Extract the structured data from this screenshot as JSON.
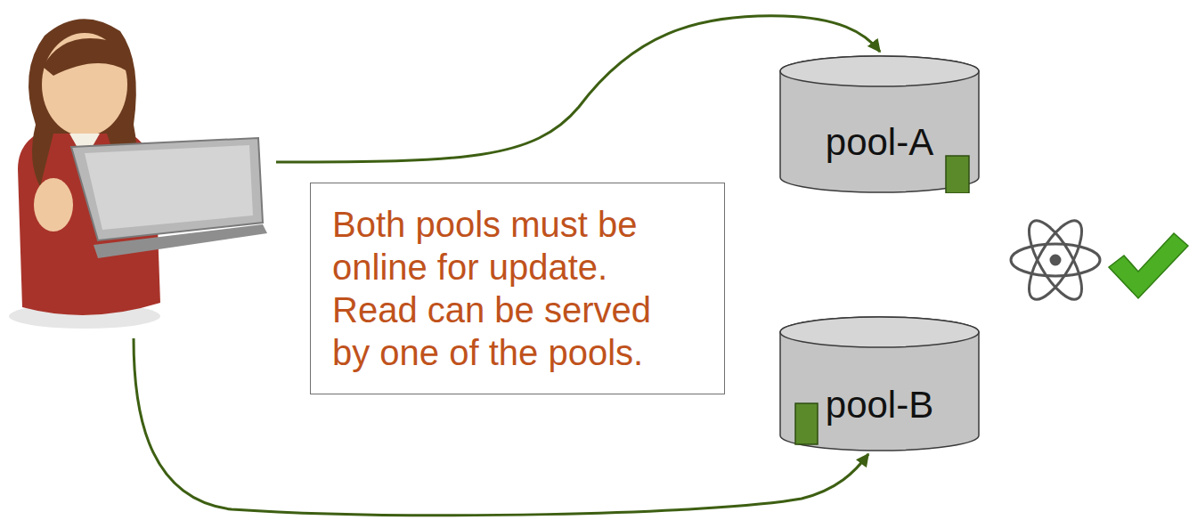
{
  "diagram": {
    "nodes": [
      {
        "text": [
          "pool-A"
        ]
      },
      {
        "text": [
          "Both pools must be online for update. Read can be served by one of the pools."
        ]
      },
      {
        "text": [
          "pool-B"
        ]
      }
    ]
  }
}
